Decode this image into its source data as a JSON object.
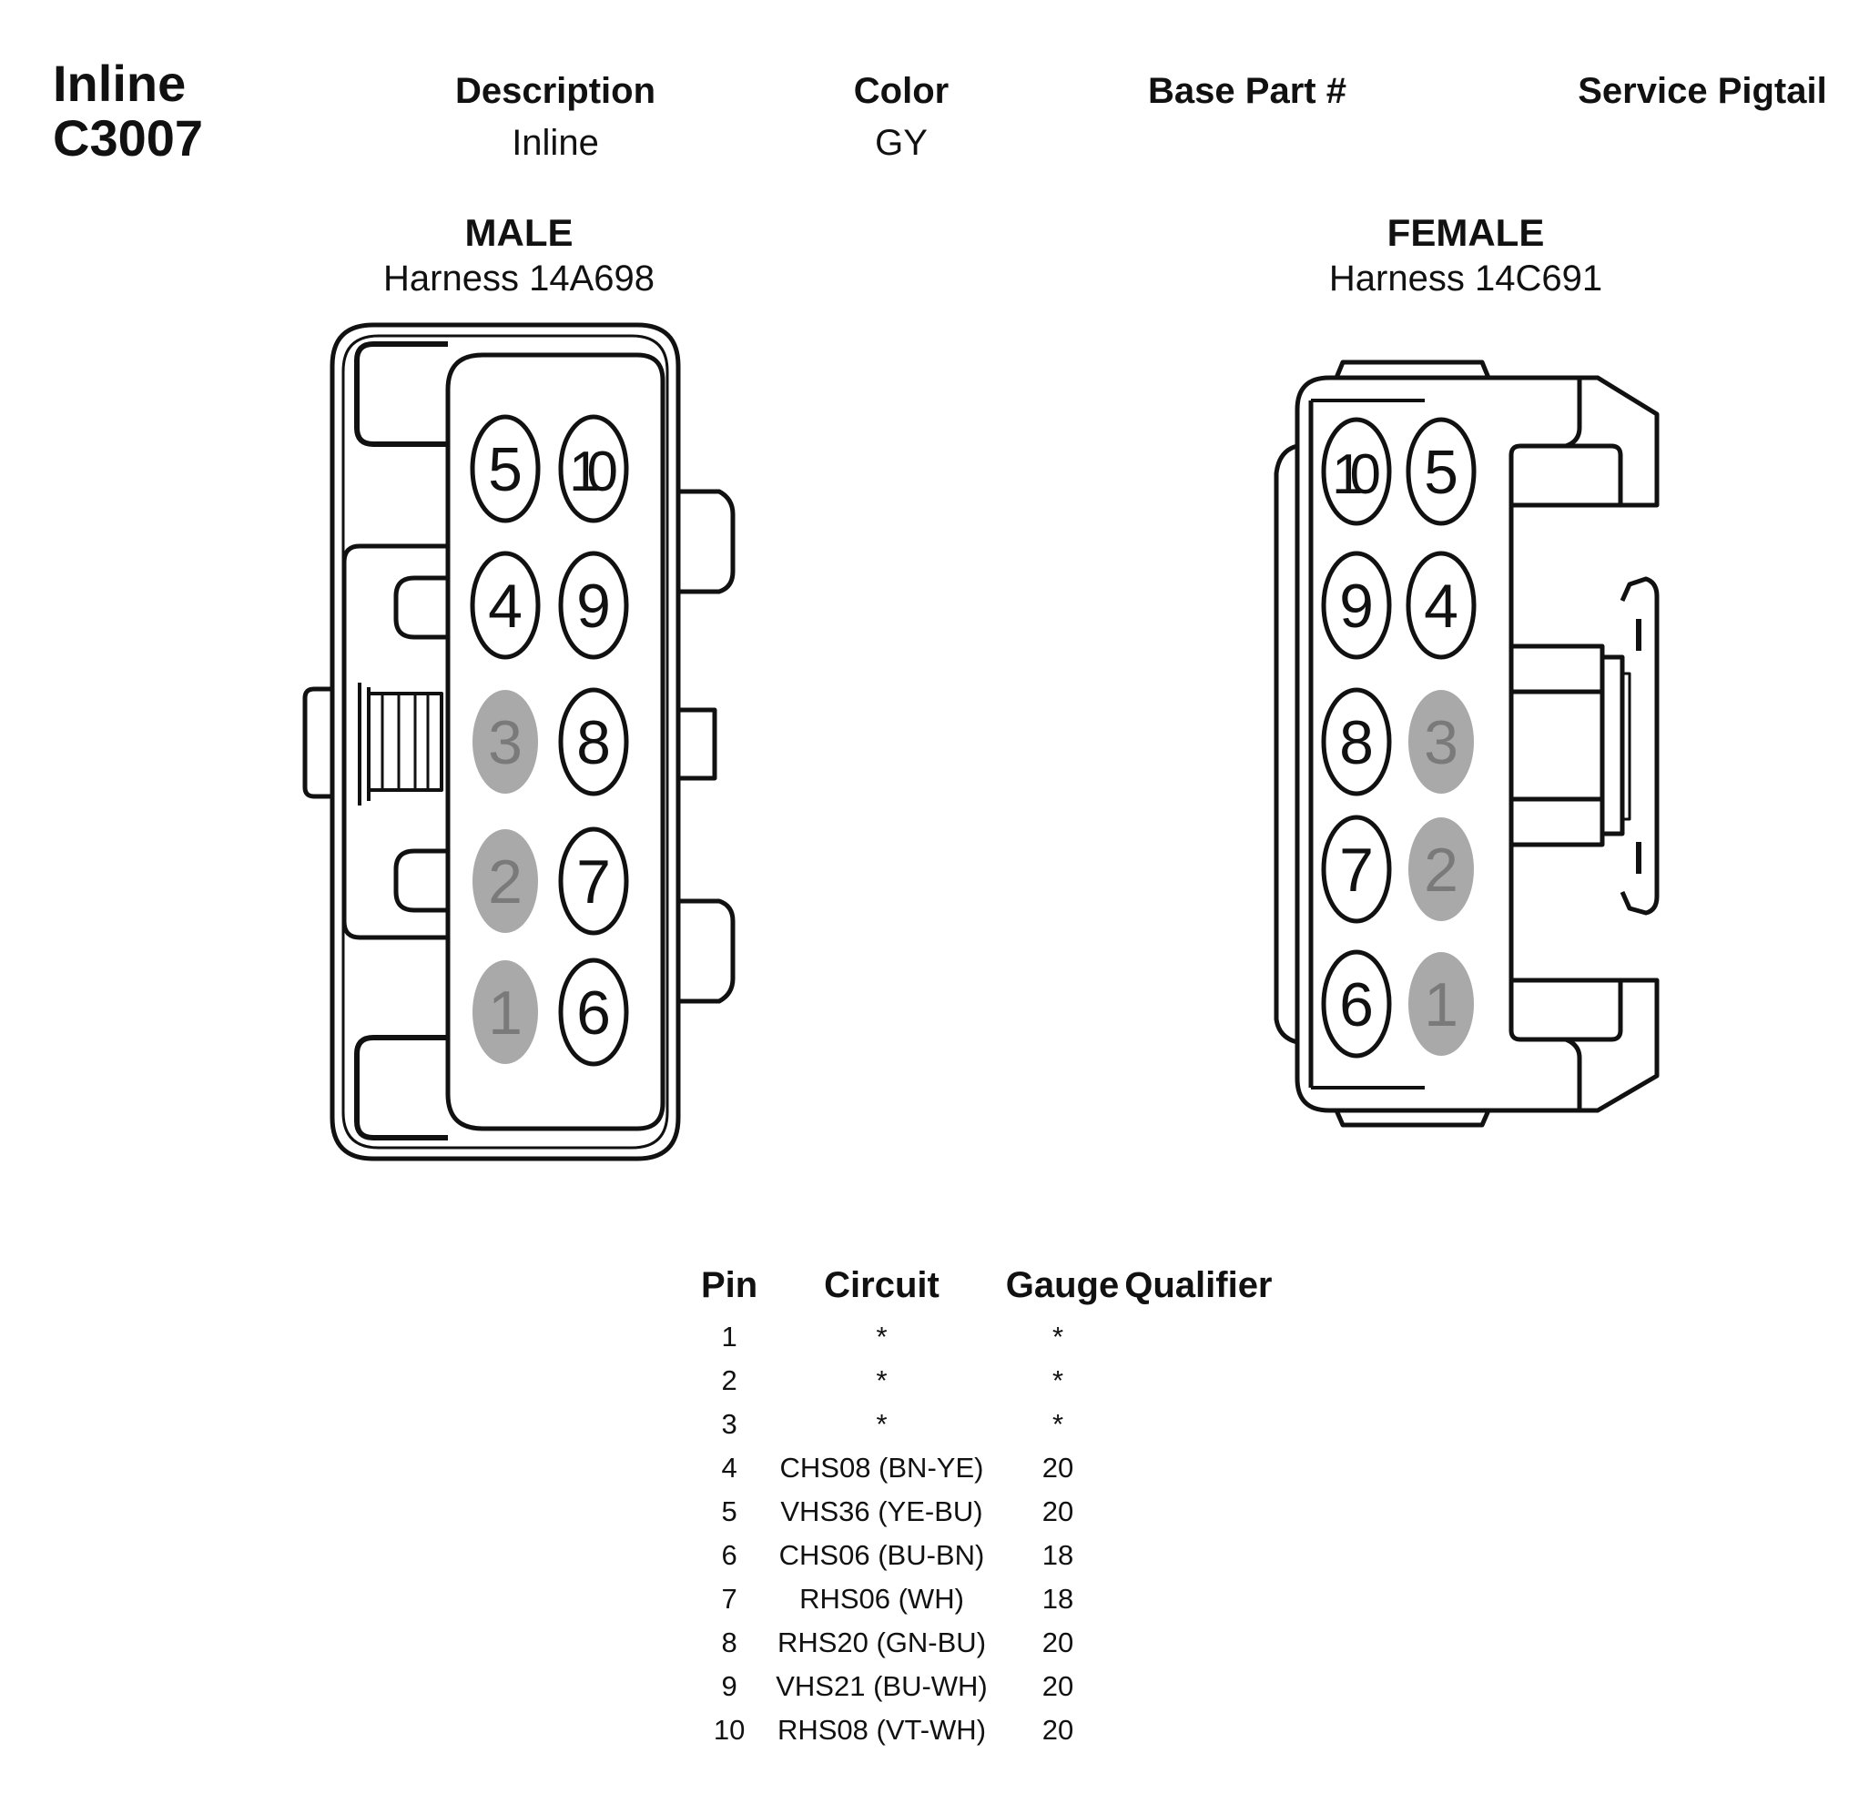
{
  "header": {
    "title_line1": "Inline",
    "title_line2": "C3007",
    "description_label": "Description",
    "description_value": "Inline",
    "color_label": "Color",
    "color_value": "GY",
    "base_part_label": "Base Part #",
    "base_part_value": "",
    "service_pigtail_label": "Service Pigtail",
    "service_pigtail_value": ""
  },
  "male": {
    "label": "MALE",
    "harness": "Harness 14A698",
    "pins": [
      {
        "pin": "5",
        "empty": false
      },
      {
        "pin": "10",
        "empty": false
      },
      {
        "pin": "4",
        "empty": false
      },
      {
        "pin": "9",
        "empty": false
      },
      {
        "pin": "3",
        "empty": true
      },
      {
        "pin": "8",
        "empty": false
      },
      {
        "pin": "2",
        "empty": true
      },
      {
        "pin": "7",
        "empty": false
      },
      {
        "pin": "1",
        "empty": true
      },
      {
        "pin": "6",
        "empty": false
      }
    ]
  },
  "female": {
    "label": "FEMALE",
    "harness": "Harness 14C691",
    "pins": [
      {
        "pin": "10",
        "empty": false
      },
      {
        "pin": "5",
        "empty": false
      },
      {
        "pin": "9",
        "empty": false
      },
      {
        "pin": "4",
        "empty": false
      },
      {
        "pin": "8",
        "empty": false
      },
      {
        "pin": "3",
        "empty": true
      },
      {
        "pin": "7",
        "empty": false
      },
      {
        "pin": "2",
        "empty": true
      },
      {
        "pin": "6",
        "empty": false
      },
      {
        "pin": "1",
        "empty": true
      }
    ]
  },
  "colors": {
    "empty_pin": "#a9a9a9",
    "outline": "#111111"
  },
  "pin_table": {
    "headers": [
      "Pin",
      "Circuit",
      "Gauge",
      "Qualifier"
    ],
    "rows": [
      [
        "1",
        "*",
        "*",
        ""
      ],
      [
        "2",
        "*",
        "*",
        ""
      ],
      [
        "3",
        "*",
        "*",
        ""
      ],
      [
        "4",
        "CHS08 (BN-YE)",
        "20",
        ""
      ],
      [
        "5",
        "VHS36 (YE-BU)",
        "20",
        ""
      ],
      [
        "6",
        "CHS06 (BU-BN)",
        "18",
        ""
      ],
      [
        "7",
        "RHS06 (WH)",
        "18",
        ""
      ],
      [
        "8",
        "RHS20 (GN-BU)",
        "20",
        ""
      ],
      [
        "9",
        "VHS21 (BU-WH)",
        "20",
        ""
      ],
      [
        "10",
        "RHS08 (VT-WH)",
        "20",
        ""
      ]
    ]
  }
}
